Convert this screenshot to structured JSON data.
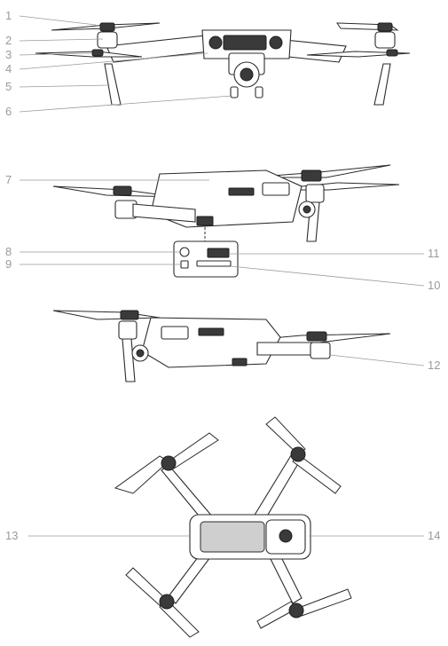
{
  "callouts": [
    {
      "id": "1",
      "text": "1"
    },
    {
      "id": "2",
      "text": "2"
    },
    {
      "id": "3",
      "text": "3"
    },
    {
      "id": "4",
      "text": "4"
    },
    {
      "id": "5",
      "text": "5"
    },
    {
      "id": "6",
      "text": "6"
    },
    {
      "id": "7",
      "text": "7"
    },
    {
      "id": "8",
      "text": "8"
    },
    {
      "id": "9",
      "text": "9"
    },
    {
      "id": "10",
      "text": "10"
    },
    {
      "id": "11",
      "text": "11"
    },
    {
      "id": "12",
      "text": "12"
    },
    {
      "id": "13",
      "text": "13"
    },
    {
      "id": "14",
      "text": "14"
    }
  ],
  "colors": {
    "label": "#9a9a9a",
    "ink": "#2b2b2b",
    "fill_dark": "#3a3a3a",
    "fill_mid": "#cfcfcf"
  }
}
